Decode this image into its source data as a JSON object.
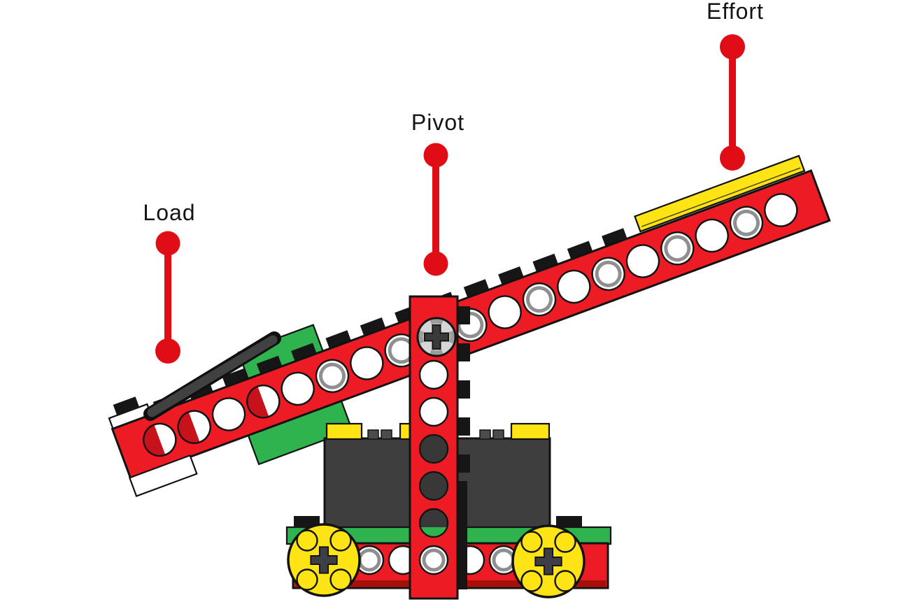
{
  "diagram": {
    "labels": {
      "load": "Load",
      "pivot": "Pivot",
      "effort": "Effort"
    },
    "colors": {
      "callout_red": "#e00d16",
      "brick_red": "#ed1b24",
      "brick_dark_red": "#a61006",
      "green": "#2eb34f",
      "yellow": "#ffe415",
      "dark_gray": "#3e3e3e",
      "light_gray": "#d6d6d6",
      "outline": "#121212"
    }
  }
}
